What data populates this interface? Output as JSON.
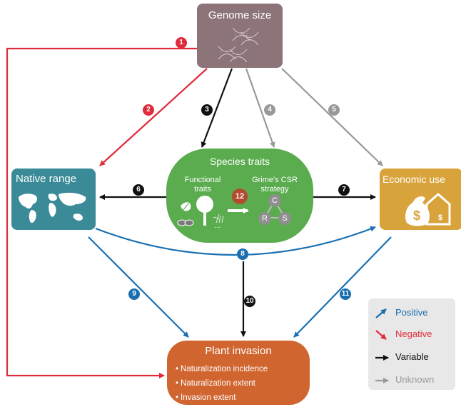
{
  "nodes": {
    "genome": {
      "title": "Genome size"
    },
    "native": {
      "title": "Native range"
    },
    "economic": {
      "title": "Economic use"
    },
    "traits": {
      "title": "Species traits",
      "functional": "Functional traits",
      "csr": "Grime's CSR strategy",
      "more": "...",
      "csr_letters": {
        "c": "C",
        "r": "R",
        "s": "S"
      }
    },
    "invasion": {
      "title": "Plant invasion",
      "items": [
        "Naturalization incidence",
        "Naturalization extent",
        "Invasion extent"
      ]
    }
  },
  "currency_symbol": "$",
  "badges": {
    "b1": "1",
    "b2": "2",
    "b3": "3",
    "b4": "4",
    "b5": "5",
    "b6": "6",
    "b7": "7",
    "b8": "8",
    "b9": "9",
    "b10": "10",
    "b11": "11",
    "b12": "12"
  },
  "legend": {
    "positive": "Positive",
    "negative": "Negative",
    "variable": "Variable",
    "unknown": "Unknown"
  },
  "colors": {
    "positive": "#1a6fb0",
    "negative": "#e02b3c",
    "variable": "#111111",
    "unknown": "#999999",
    "genome": "#8c7479",
    "native": "#3a8a97",
    "economic": "#d9a33b",
    "traits": "#5aac4e",
    "invasion": "#d06530"
  }
}
